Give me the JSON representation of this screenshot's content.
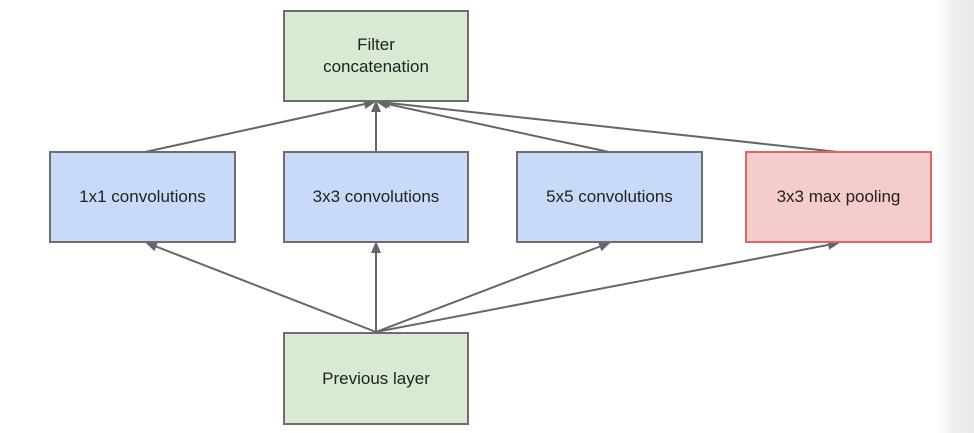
{
  "diagram": {
    "nodes": {
      "filter_concat": {
        "label": "Filter\nconcatenation"
      },
      "conv1x1": {
        "label": "1x1 convolutions"
      },
      "conv3x3": {
        "label": "3x3 convolutions"
      },
      "conv5x5": {
        "label": "5x5 convolutions"
      },
      "maxpool3x3": {
        "label": "3x3 max pooling"
      },
      "previous_layer": {
        "label": "Previous layer"
      }
    },
    "edges": [
      {
        "from": "previous_layer",
        "to": "conv1x1"
      },
      {
        "from": "previous_layer",
        "to": "conv3x3"
      },
      {
        "from": "previous_layer",
        "to": "conv5x5"
      },
      {
        "from": "previous_layer",
        "to": "maxpool3x3"
      },
      {
        "from": "conv1x1",
        "to": "filter_concat"
      },
      {
        "from": "conv3x3",
        "to": "filter_concat"
      },
      {
        "from": "conv5x5",
        "to": "filter_concat"
      },
      {
        "from": "maxpool3x3",
        "to": "filter_concat"
      }
    ],
    "colors": {
      "green_fill": "#d9ead3",
      "blue_fill": "#c9daf8",
      "red_fill": "#f4cccc",
      "red_border": "#e06666",
      "border": "#6e6e6e",
      "arrow": "#666666"
    }
  }
}
